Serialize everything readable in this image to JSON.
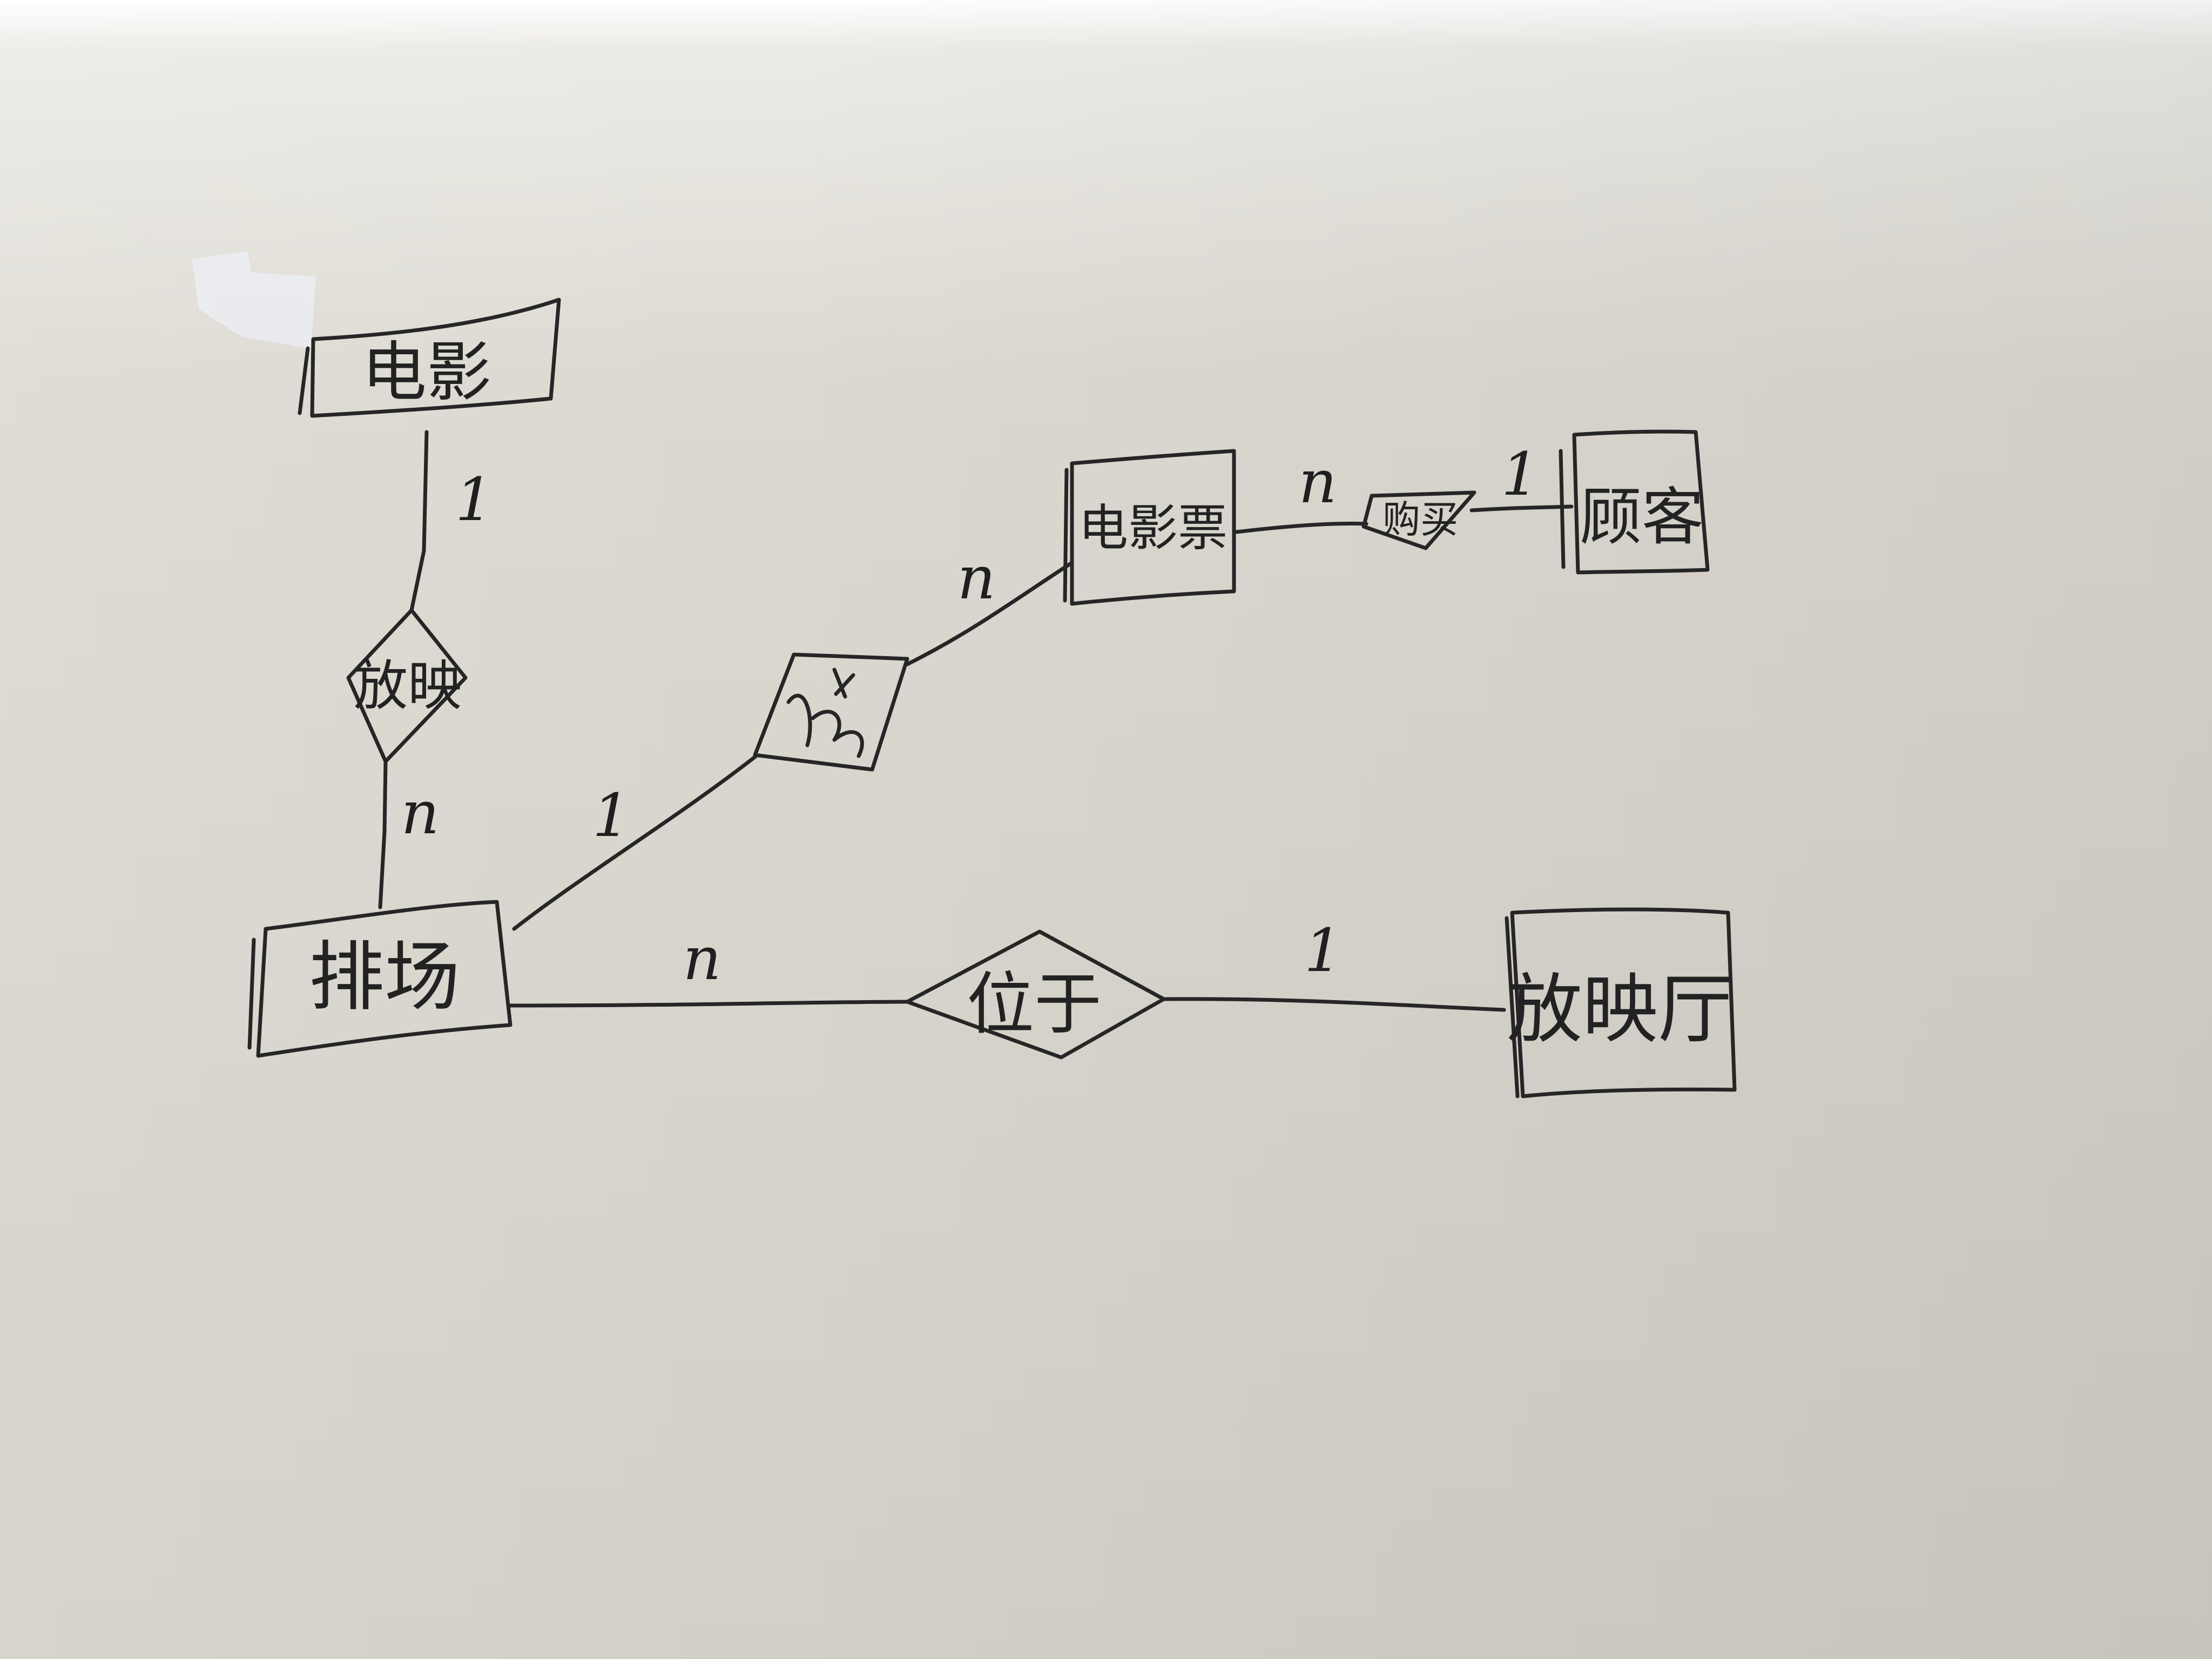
{
  "entities": {
    "movie": "电影",
    "ticket": "电影票",
    "customer": "顾客",
    "schedule": "排场",
    "hall": "放映厅"
  },
  "relationships": {
    "screens": "放映",
    "generates": "",
    "buys": "购买",
    "located_in": "位于"
  },
  "cardinalities": {
    "movie_screens": "1",
    "screens_schedule": "n",
    "schedule_generates": "1",
    "generates_ticket": "n",
    "ticket_buys": "n",
    "buys_customer": "1",
    "schedule_located": "n",
    "located_hall": "1"
  },
  "colors": {
    "ink": "#262626",
    "paper": "#dcd9d1"
  }
}
